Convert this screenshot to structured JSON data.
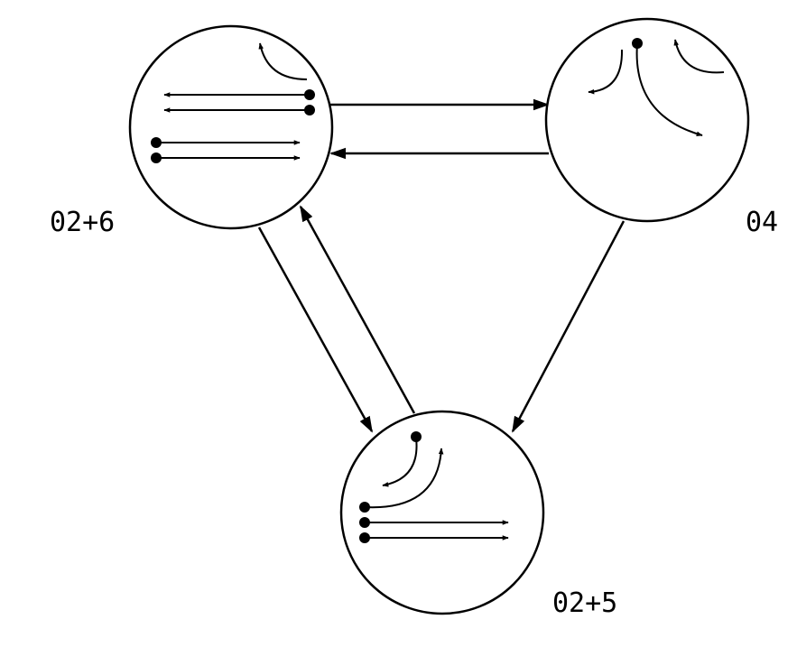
{
  "nodes": [
    {
      "id": "a",
      "label": "02+6"
    },
    {
      "id": "b",
      "label": "04"
    },
    {
      "id": "c",
      "label": "02+5"
    }
  ],
  "colors": {
    "stroke": "#000000",
    "background": "#ffffff"
  }
}
